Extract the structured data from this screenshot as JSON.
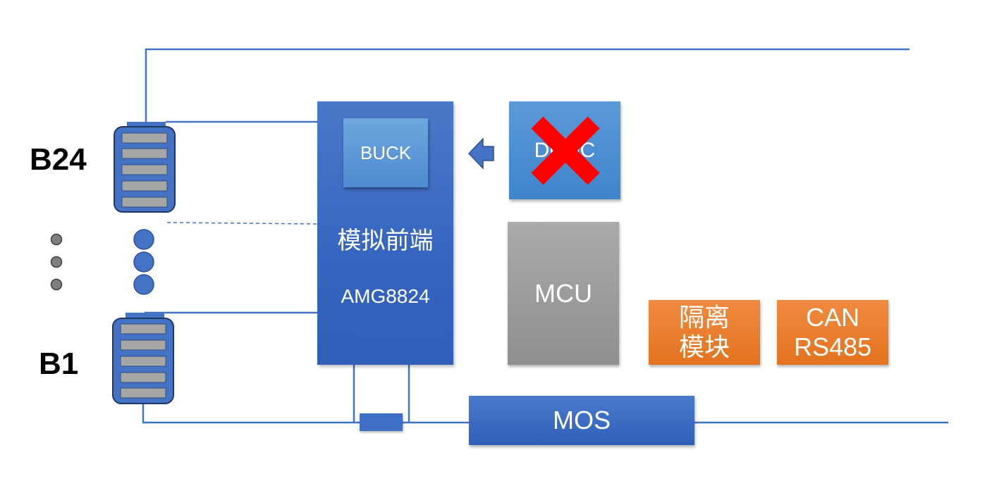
{
  "batteries": {
    "top_label": "B24",
    "bottom_label": "B1"
  },
  "afe": {
    "title": "模拟前端",
    "part": "AMG8824",
    "buck_label": "BUCK"
  },
  "dcdc": {
    "label": "DCDC",
    "status": "crossed-out"
  },
  "mcu": {
    "label": "MCU"
  },
  "isolation": {
    "line1": "隔离",
    "line2": "模块"
  },
  "comm": {
    "line1": "CAN",
    "line2": "RS485"
  },
  "mos": {
    "label": "MOS"
  },
  "colors": {
    "wire": "#4472c4",
    "afe": "#3565c0",
    "mcu": "#999999",
    "orange": "#ed7d31",
    "cross": "#ff0000",
    "battery_cell": "#a6a6a6"
  }
}
